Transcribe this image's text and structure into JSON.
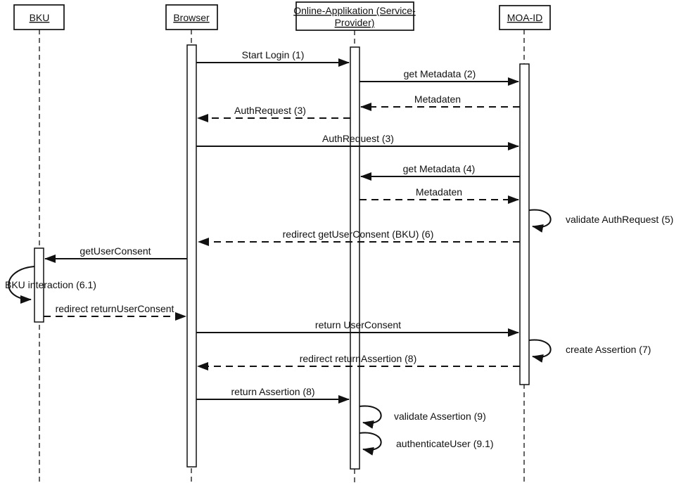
{
  "diagram": {
    "type": "uml-sequence",
    "colors": {
      "line": "#111111",
      "background": "#ffffff"
    },
    "actors": [
      {
        "id": "bku",
        "label": "BKU"
      },
      {
        "id": "browser",
        "label": "Browser"
      },
      {
        "id": "online-app",
        "label_line1": "Online-Applikation (Service-",
        "label_line2": "Provider)"
      },
      {
        "id": "moa-id",
        "label": "MOA-ID"
      }
    ],
    "messages": [
      {
        "label": "Start Login (1)",
        "from": "Browser",
        "to": "Online-Applikation (Service-Provider)",
        "line": "solid"
      },
      {
        "label": "get Metadata (2)",
        "from": "Online-Applikation (Service-Provider)",
        "to": "MOA-ID",
        "line": "solid"
      },
      {
        "label": "Metadaten",
        "from": "MOA-ID",
        "to": "Online-Applikation (Service-Provider)",
        "line": "dashed"
      },
      {
        "label": "AuthRequest (3)",
        "from": "Online-Applikation (Service-Provider)",
        "to": "Browser",
        "line": "dashed"
      },
      {
        "label": "AuthRequest (3)",
        "from": "Browser",
        "to": "MOA-ID",
        "line": "solid"
      },
      {
        "label": "get Metadata (4)",
        "from": "MOA-ID",
        "to": "Online-Applikation (Service-Provider)",
        "line": "solid"
      },
      {
        "label": "Metadaten",
        "from": "Online-Applikation (Service-Provider)",
        "to": "MOA-ID",
        "line": "dashed"
      },
      {
        "label": "validate AuthRequest (5)",
        "from": "MOA-ID",
        "to": "MOA-ID",
        "line": "self"
      },
      {
        "label": "redirect getUserConsent (BKU) (6)",
        "from": "MOA-ID",
        "to": "Browser",
        "line": "dashed"
      },
      {
        "label": "getUserConsent",
        "from": "Browser",
        "to": "BKU",
        "line": "solid"
      },
      {
        "label": "BKU interaction (6.1)",
        "from": "BKU",
        "to": "BKU",
        "line": "self"
      },
      {
        "label": "redirect returnUserConsent",
        "from": "BKU",
        "to": "Browser",
        "line": "dashed"
      },
      {
        "label": "return UserConsent",
        "from": "Browser",
        "to": "MOA-ID",
        "line": "solid"
      },
      {
        "label": "create Assertion (7)",
        "from": "MOA-ID",
        "to": "MOA-ID",
        "line": "self"
      },
      {
        "label": "redirect returnAssertion (8)",
        "from": "MOA-ID",
        "to": "Browser",
        "line": "dashed"
      },
      {
        "label": "return Assertion (8)",
        "from": "Browser",
        "to": "Online-Applikation (Service-Provider)",
        "line": "solid"
      },
      {
        "label": "validate Assertion (9)",
        "from": "Online-Applikation (Service-Provider)",
        "to": "Online-Applikation (Service-Provider)",
        "line": "self"
      },
      {
        "label": "authenticateUser (9.1)",
        "from": "Online-Applikation (Service-Provider)",
        "to": "Online-Applikation (Service-Provider)",
        "line": "self"
      }
    ]
  }
}
